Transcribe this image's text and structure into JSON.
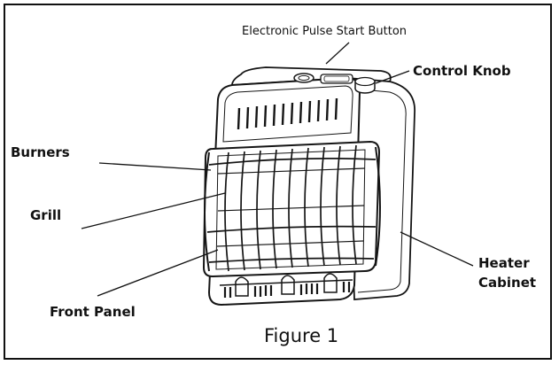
{
  "labels": {
    "pulse_button": "Electronic Pulse Start Button",
    "control_knob": "Control Knob",
    "burners": "Burners",
    "grill": "Grill",
    "front_panel": "Front Panel",
    "heater_cabinet_line1": "Heater",
    "heater_cabinet_line2": "Cabinet"
  },
  "caption": "Figure 1",
  "colors": {
    "ink": "#111111",
    "paper": "#ffffff"
  }
}
